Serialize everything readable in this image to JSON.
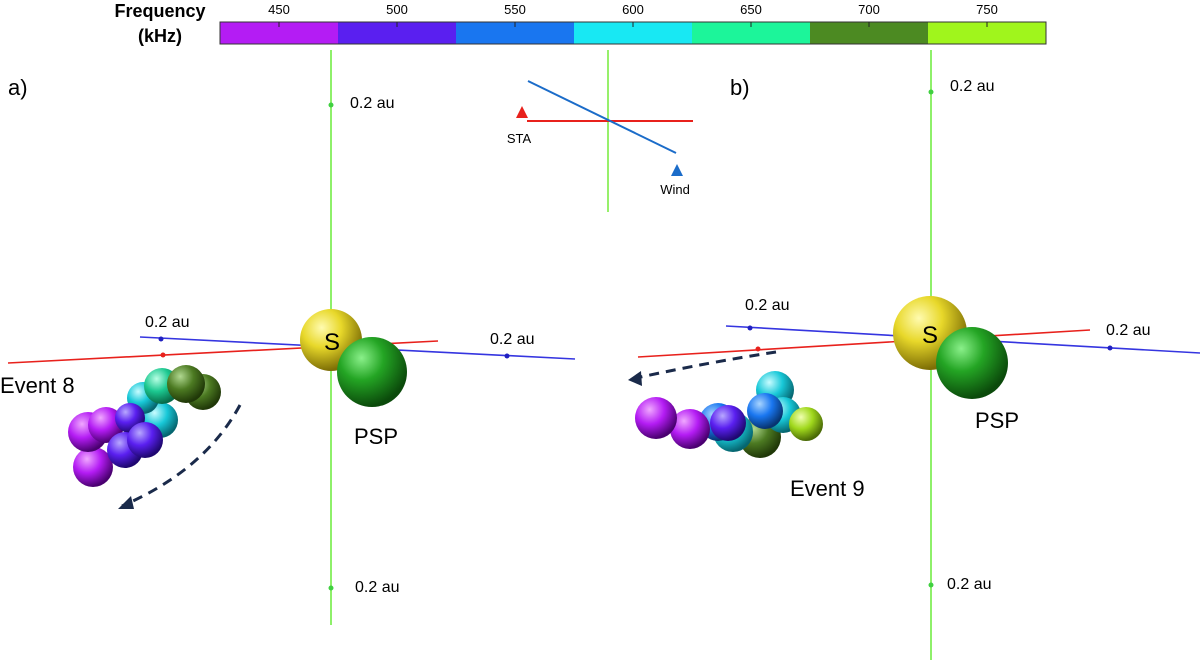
{
  "colorbar": {
    "title_line1": "Frequency",
    "title_line2": "(kHz)",
    "segments": [
      {
        "color": "#b41cf4"
      },
      {
        "color": "#5a1ff0"
      },
      {
        "color": "#1976f0"
      },
      {
        "color": "#18e8f3"
      },
      {
        "color": "#1cf59a"
      },
      {
        "color": "#4c8a22"
      },
      {
        "color": "#a0f51c"
      }
    ],
    "ticks": [
      "450",
      "500",
      "550",
      "600",
      "650",
      "700",
      "750"
    ]
  },
  "legend": {
    "sta_label": "STA",
    "wind_label": "Wind",
    "sta_color": "#e8211c",
    "wind_color": "#1b6cc9",
    "axis_color": "#97f06b"
  },
  "panel_a": {
    "panel_label": "a)",
    "event_label": "Event 8",
    "sun_label": "S",
    "psp_label": "PSP",
    "au_top": "0.2 au",
    "au_bottom": "0.2 au",
    "au_left": "0.2 au",
    "au_right": "0.2 au"
  },
  "panel_b": {
    "panel_label": "b)",
    "event_label": "Event 9",
    "sun_label": "S",
    "psp_label": "PSP",
    "au_top": "0.2 au",
    "au_bottom": "0.2 au",
    "au_left": "0.2 au",
    "au_right": "0.2 au"
  },
  "colors": {
    "sun": "#d8c81c",
    "psp": "#1f9a1c",
    "sta_axis": "#e8211c",
    "wind_axis": "#3535e0",
    "vertical_axis": "#8ef06a",
    "arrow": "#1a2a4a"
  }
}
